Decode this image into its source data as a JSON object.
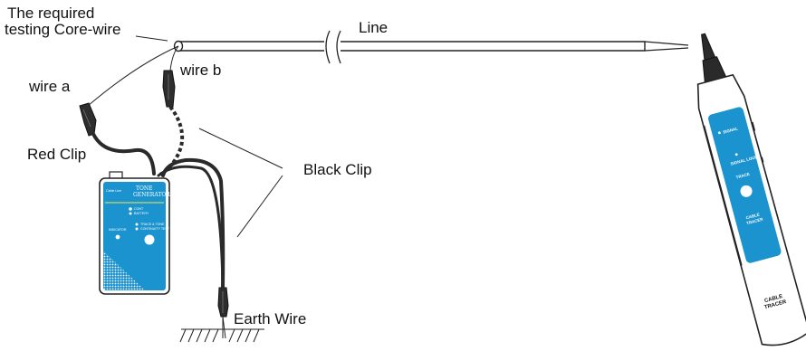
{
  "labels": {
    "core_wire_line1": "The required",
    "core_wire_line2": "testing Core-wire",
    "line": "Line",
    "wire_a": "wire  a",
    "wire_b": "wire b",
    "red_clip": "Red Clip",
    "black_clip": "Black Clip",
    "earth_wire": "Earth Wire"
  },
  "generator": {
    "brand": "Cable Line",
    "title_1": "TONE",
    "title_2": "GENERATOR",
    "btn_label_1": "CONT",
    "btn_label_2": "BATTERY",
    "indicator_1": "INDICATOR",
    "indicator_2": "TRACE & TONE",
    "indicator_3": "CONTINUITY TEST"
  },
  "tracer": {
    "label_1": "SIGNAL",
    "label_2": "SIGNAL LOUD",
    "label_3": "TRACE",
    "label_4": "CABLE",
    "label_5": "TRACER",
    "body_1": "CABLE",
    "body_2": "TRACER"
  },
  "colors": {
    "device_blue": "#1a93cf",
    "outline": "#222222",
    "cable": "#2a2a2a"
  }
}
